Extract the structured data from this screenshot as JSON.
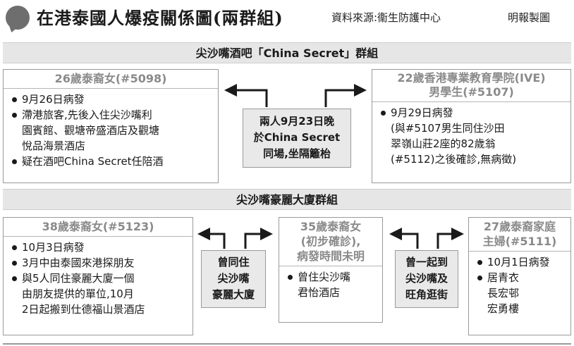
{
  "header": {
    "title": "在港泰國人爆疫關係圖(兩群組)",
    "source": "資料來源:衞生防護中心",
    "credit": "明報製圖"
  },
  "group1": {
    "label": "尖沙嘴酒吧「China Secret」群組",
    "left_box": {
      "title": "26歲泰裔女(#5098)",
      "items": [
        "9月26日病發",
        "滯港旅客,先後入住尖沙嘴利",
        "園賓館、觀塘帝盛酒店及觀塘",
        "悅品海景酒店",
        "疑在酒吧China Secret任陪酒"
      ]
    },
    "middle": [
      "兩人9月23日晚",
      "於China Secret",
      "同場,坐隔籬枱"
    ],
    "right_box": {
      "title_line1": "22歲香港專業教育學院(IVE)",
      "title_line2": "男學生(#5107)",
      "items": [
        "9月29日病發",
        "(與#5107男生同住沙田",
        "翠嶺山莊2座的82歲翁",
        "(#5112)之後確診,無病徵)"
      ]
    }
  },
  "group2": {
    "label": "尖沙嘴豪麗大廈群組",
    "left_box": {
      "title": "38歲泰裔女(#5123)",
      "items": [
        "10月3日病發",
        "3月中由泰國來港探朋友",
        "與5人同住豪麗大廈一個",
        "由朋友提供的單位,10月",
        "2日起搬到仕德福山景酒店"
      ]
    },
    "link_left": [
      "曾同住",
      "尖沙嘴",
      "豪麗大廈"
    ],
    "center_box": {
      "title_line1": "35歲泰裔女",
      "title_line2": "(初步確診),",
      "title_line3": "病發時間未明",
      "items": [
        "曾住尖沙嘴",
        "君怡酒店"
      ]
    },
    "link_right": [
      "曾一起到",
      "尖沙嘴及",
      "旺角逛街"
    ],
    "right_box": {
      "title_line1": "27歲泰裔家庭",
      "title_line2": "主婦(#5111)",
      "items": [
        "10月1日病發",
        "居青衣",
        "長宏邨",
        "宏勇樓"
      ]
    }
  },
  "colors": {
    "accent_gray": "#8a8a8a",
    "bar_bg": "#e6e6e6",
    "mid_bg": "#e9e9e9"
  }
}
